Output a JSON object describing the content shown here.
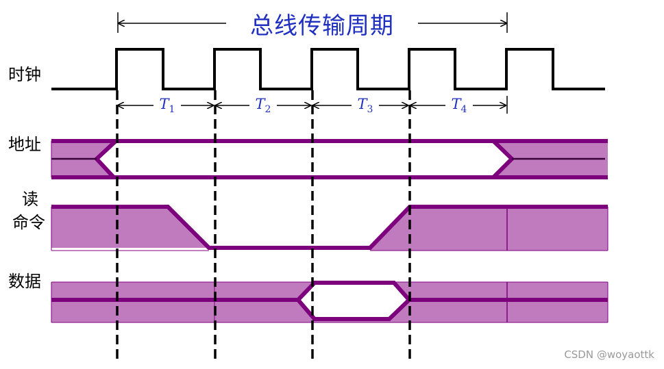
{
  "title": "总线传输周期",
  "signals": {
    "clock": "时钟",
    "address": "地址",
    "read_line1": "读",
    "read_line2": "命令",
    "data": "数据"
  },
  "phases": [
    {
      "letter": "T",
      "sub": "1"
    },
    {
      "letter": "T",
      "sub": "2"
    },
    {
      "letter": "T",
      "sub": "3"
    },
    {
      "letter": "T",
      "sub": "4"
    }
  ],
  "watermark": "CSDN @woyaottk",
  "colors": {
    "bus_fill": "#c07bbf",
    "bus_line": "#7d007d",
    "title_text": "#1f2fc0",
    "phase_text": "#1f2fc0"
  }
}
